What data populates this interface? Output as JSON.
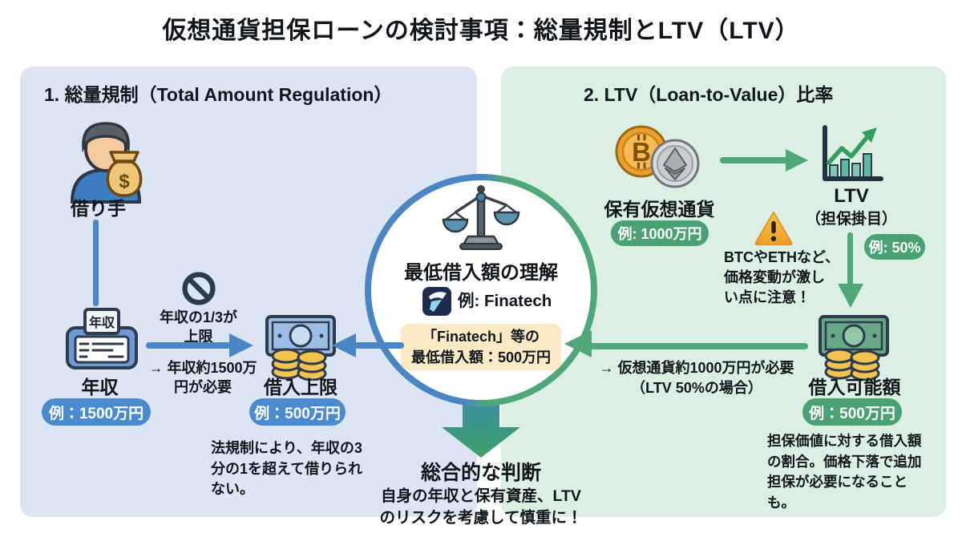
{
  "title": "仮想通貨担保ローンの検討事項：総量規制とLTV（LTV）",
  "left_panel": {
    "header": "1. 総量規制（Total Amount Regulation）",
    "borrower_label": "借り手",
    "income_doc_tag": "年収",
    "income_label": "年収",
    "income_example": "例：1500万円",
    "cap_rule": {
      "line1": "年収の1/3が",
      "line2": "上限"
    },
    "cap_result": {
      "line1": "→ 年収約1500万",
      "line2": "円が必要"
    },
    "limit_label": "借入上限",
    "limit_example": "例：500万円",
    "note": "法規制により、年収の3分の1を超えて借りられない。"
  },
  "right_panel": {
    "header": "2. LTV（Loan-to-Value）比率",
    "holdings_label": "保有仮想通貨",
    "holdings_example": "例: 1000万円",
    "ltv_label": "LTV",
    "ltv_sublabel": "（担保掛目）",
    "ltv_example": "例: 50%",
    "warning": {
      "line1": "BTCやETHなど、",
      "line2": "価格変動が激し",
      "line3": "い点に注意！"
    },
    "borrowable_label": "借入可能額",
    "borrowable_example": "例：500万円",
    "requirement": {
      "line1": "→ 仮想通貨約1000万円が必要",
      "line2": "（LTV 50%の場合）"
    },
    "note": "担保価値に対する借入額の割合。価格下落で追加担保が必要になることも。"
  },
  "center": {
    "heading": "最低借入額の理解",
    "provider_example": "例: Finatech",
    "min_loan": {
      "line1": "「Finatech」等の",
      "line2": "最低借入額：500万円"
    }
  },
  "conclusion": {
    "heading": "総合的な判断",
    "line1": "自身の年収と保有資産、LTV",
    "line2": "のリスクを考慮して慎重に！"
  },
  "icons": {
    "money_bag_symbol": "$",
    "btc_symbol": "B"
  },
  "colors": {
    "panel_left_bg": "#dbe5f4",
    "panel_right_bg": "#dcefe3",
    "blue_accent": "#4a85c4",
    "green_accent": "#4fa878",
    "pill_blue": "#4a8ace",
    "pill_green": "#4aa173",
    "highlight_box": "#fbeac4",
    "warning_yellow": "#f4b335"
  }
}
